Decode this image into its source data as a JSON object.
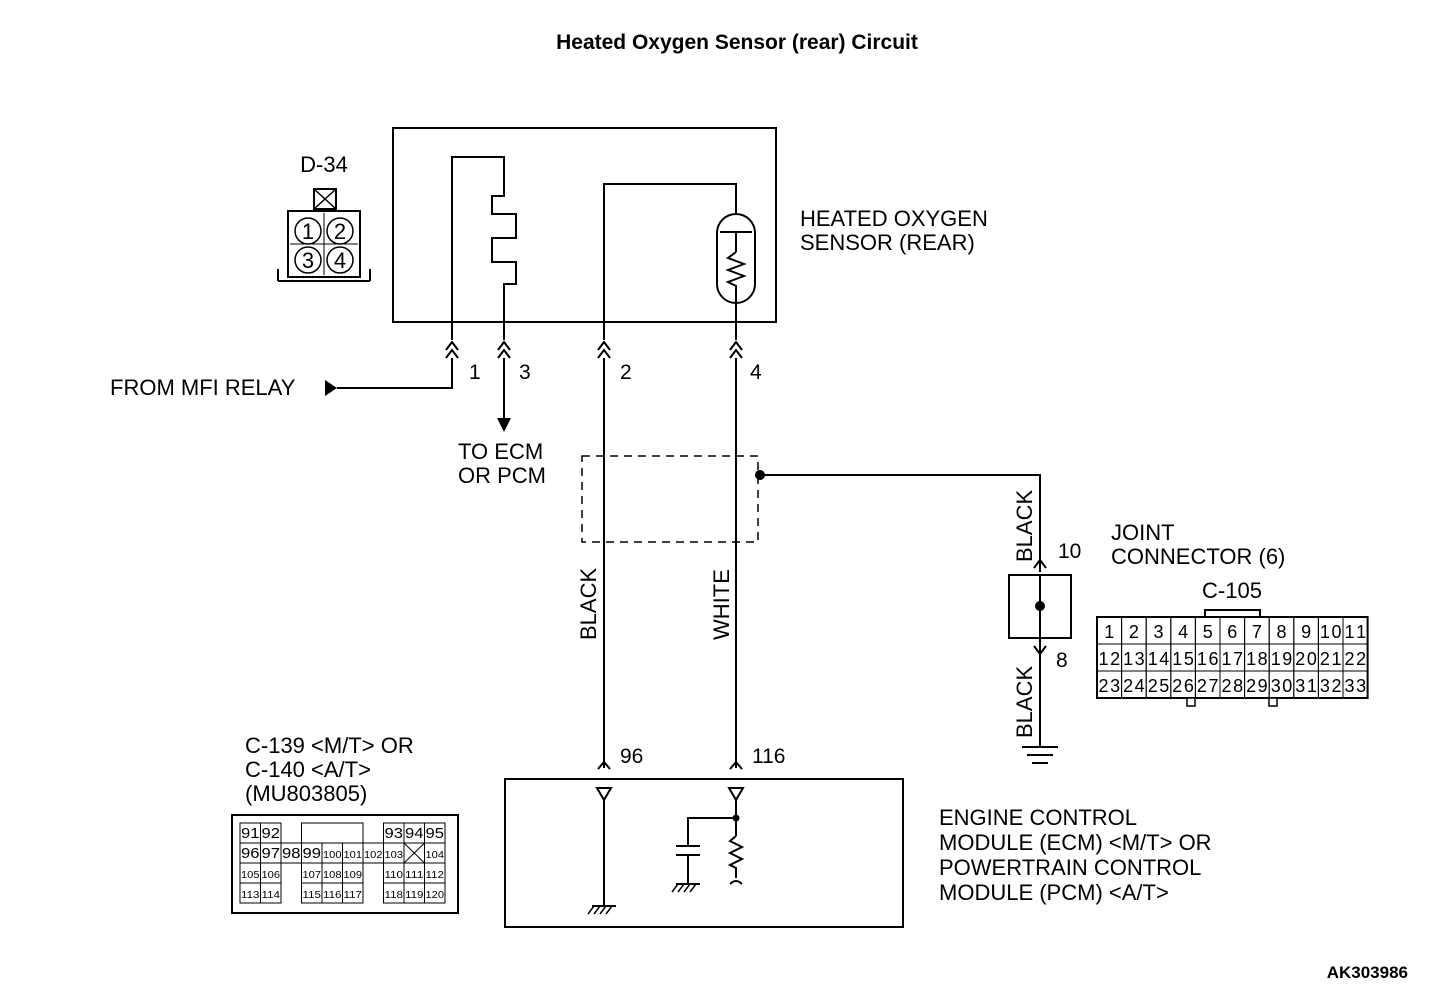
{
  "title": "Heated Oxygen Sensor (rear) Circuit",
  "doc_id": "AK303986",
  "sensor": {
    "connector": "D-34",
    "label_line1": "HEATED OXYGEN",
    "label_line2": "SENSOR (REAR)",
    "pins": [
      "1",
      "2",
      "3",
      "4"
    ]
  },
  "from_relay": "FROM MFI RELAY",
  "to_ecm_line1": "TO ECM",
  "to_ecm_line2": "OR PCM",
  "pin_labels": {
    "p1": "1",
    "p3": "3",
    "p2": "2",
    "p4": "4",
    "p96": "96",
    "p116": "116",
    "p10": "10",
    "p8": "8"
  },
  "wires": {
    "black": "BLACK",
    "white": "WHITE"
  },
  "joint": {
    "label_line1": "JOINT",
    "label_line2": "CONNECTOR (6)",
    "connector": "C-105",
    "row1": [
      "1",
      "2",
      "3",
      "4",
      "5",
      "6",
      "7",
      "8",
      "9",
      "10",
      "11"
    ],
    "row2": [
      "12",
      "13",
      "14",
      "15",
      "16",
      "17",
      "18",
      "19",
      "20",
      "21",
      "22"
    ],
    "row3": [
      "23",
      "24",
      "25",
      "26",
      "27",
      "28",
      "29",
      "30",
      "31",
      "32",
      "33"
    ]
  },
  "ecm_connector": {
    "line1": "C-139 <M/T> OR",
    "line2": "C-140 <A/T>",
    "line3": "(MU803805)",
    "r1": [
      "91",
      "92",
      "93",
      "94",
      "95"
    ],
    "r2a": [
      "96",
      "97",
      "98",
      "99"
    ],
    "r2b": [
      "100",
      "101",
      "102",
      "103"
    ],
    "r2c": [
      "104"
    ],
    "r3a": [
      "105",
      "106"
    ],
    "r3b": [
      "107",
      "108",
      "109"
    ],
    "r3c": [
      "110",
      "111",
      "112"
    ],
    "r4a": [
      "113",
      "114"
    ],
    "r4b": [
      "115",
      "116",
      "117"
    ],
    "r4c": [
      "118",
      "119",
      "120"
    ]
  },
  "ecm": {
    "line1": "ENGINE CONTROL",
    "line2": "MODULE (ECM) <M/T> OR",
    "line3": "POWERTRAIN CONTROL",
    "line4": "MODULE (PCM) <A/T>"
  }
}
